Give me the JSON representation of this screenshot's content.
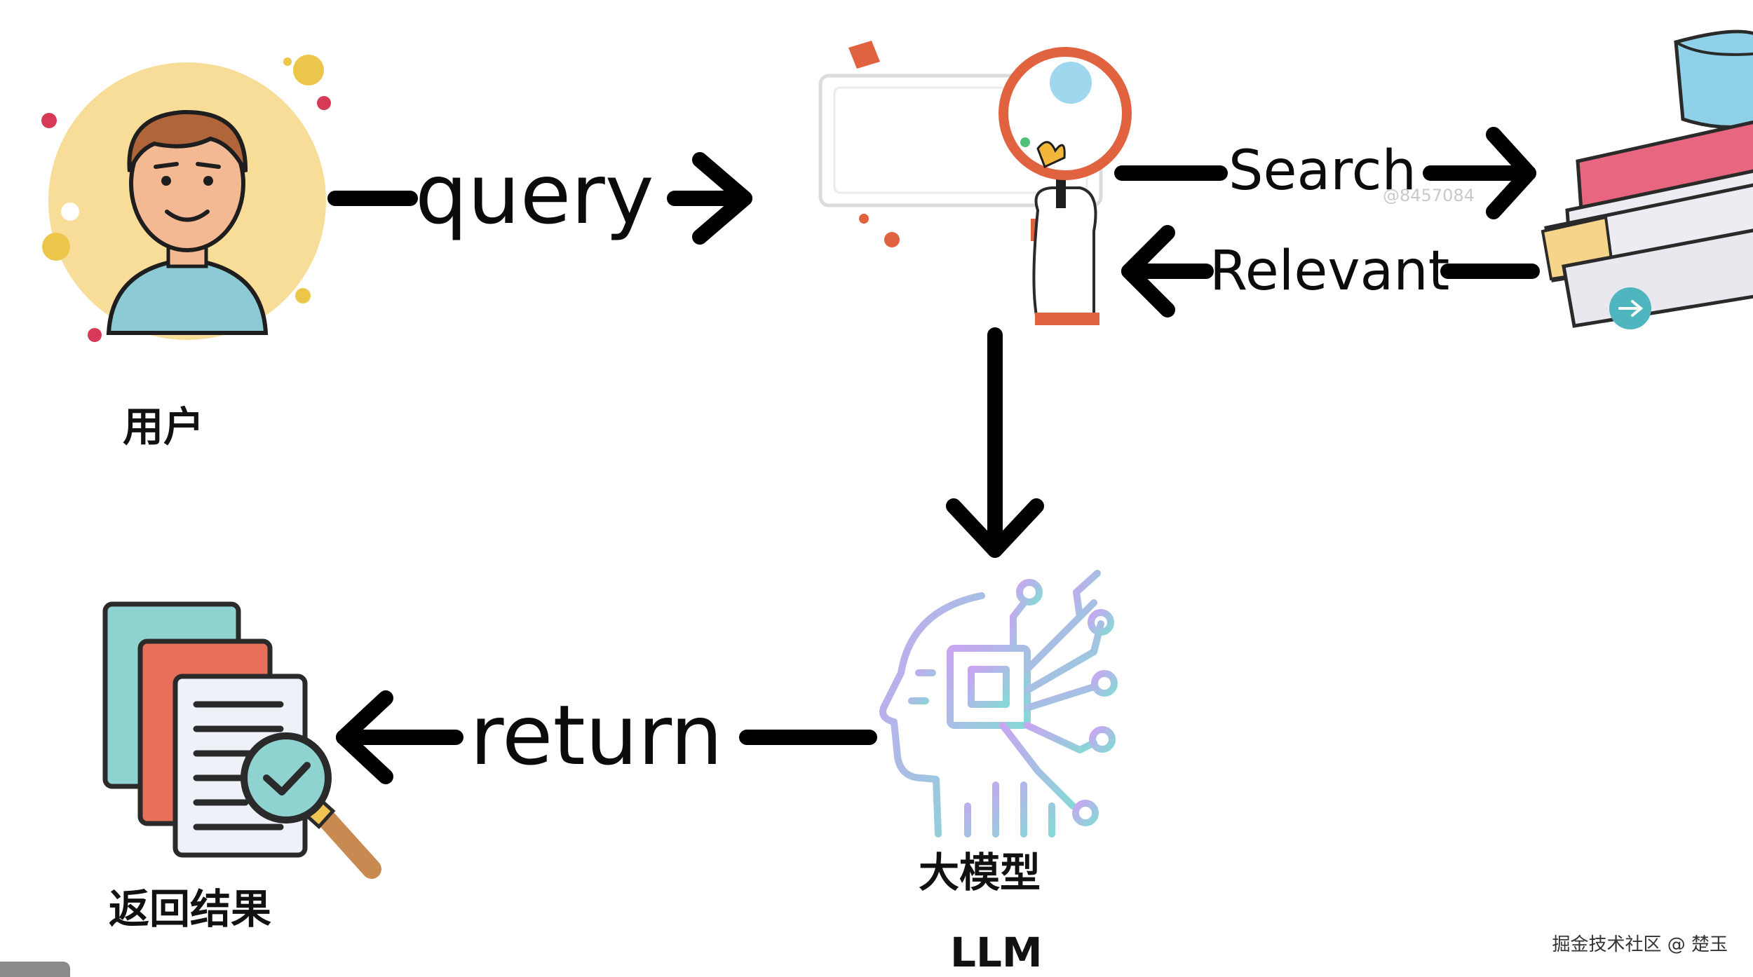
{
  "nodes": {
    "user": "用户",
    "results": "返回结果",
    "model_cn": "大模型",
    "model_en": "LLM"
  },
  "edges": {
    "query": "query",
    "search": "Search",
    "relevant": "Relevant",
    "return": "return"
  },
  "watermark": "掘金技术社区 @ 楚玉",
  "faint_text": "@8457084",
  "icons": [
    "user-avatar-icon",
    "search-magnifier-icon",
    "books-database-icon",
    "llm-brain-icon",
    "document-check-icon",
    "arrow-icon"
  ],
  "colors": {
    "arrow": "#000000",
    "avatar_bg": "#f8dd98",
    "magnifier_ring": "#e0623f",
    "doc_teal": "#8fd3d1",
    "doc_red": "#e8705b",
    "brain_gradient_start": "#c7a6f0",
    "brain_gradient_end": "#8fdad8"
  }
}
